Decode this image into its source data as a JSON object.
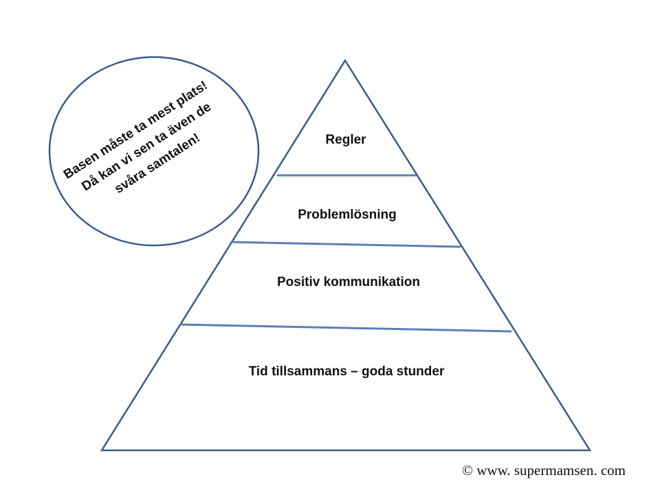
{
  "pyramid": {
    "layers": [
      {
        "label": "Regler"
      },
      {
        "label": "Problemlösning"
      },
      {
        "label": "Positiv kommunikation"
      },
      {
        "label": "Tid tillsammans – goda stunder"
      }
    ]
  },
  "callout": {
    "lines": [
      "Basen måste ta mest plats!",
      "Då kan vi sen ta även de",
      "svåra samtalen!"
    ]
  },
  "footer": {
    "copyright": "© www. supermamsen. com"
  },
  "colors": {
    "outline": "#3a5a8c",
    "divider": "#5a7fb8",
    "text": "#111111"
  }
}
